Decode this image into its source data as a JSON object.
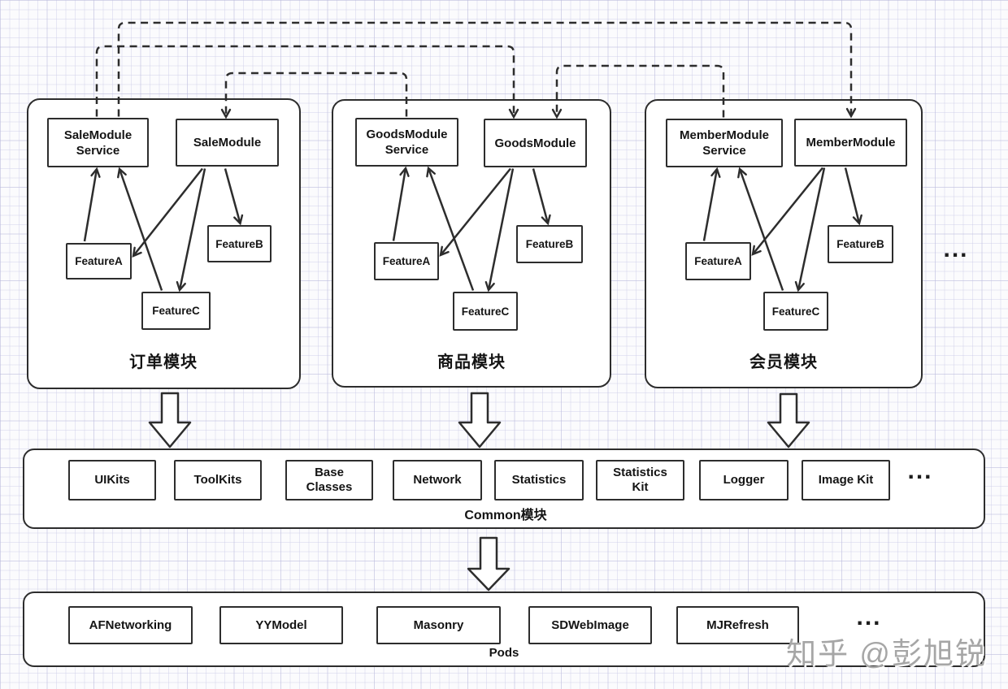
{
  "modules": [
    {
      "group_label": "订单模块",
      "service": "SaleModule Service",
      "module": "SaleModule",
      "features": [
        "FeatureA",
        "FeatureB",
        "FeatureC"
      ]
    },
    {
      "group_label": "商品模块",
      "service": "GoodsModule Service",
      "module": "GoodsModule",
      "features": [
        "FeatureA",
        "FeatureB",
        "FeatureC"
      ]
    },
    {
      "group_label": "会员模块",
      "service": "MemberModule Service",
      "module": "MemberModule",
      "features": [
        "FeatureA",
        "FeatureB",
        "FeatureC"
      ]
    }
  ],
  "common": {
    "label": "Common模块",
    "items": [
      "UIKits",
      "ToolKits",
      "Base Classes",
      "Network",
      "Statistics",
      "Statistics Kit",
      "Logger",
      "Image Kit"
    ]
  },
  "pods": {
    "label": "Pods",
    "items": [
      "AFNetworking",
      "YYModel",
      "Masonry",
      "SDWebImage",
      "MJRefresh"
    ]
  },
  "ellipsis": "...",
  "watermark": "知乎 @彭旭锐",
  "colors": {
    "stroke": "#2d2d2d",
    "box_fill": "#ffffff",
    "grid_line": "#cdcde8",
    "watermark": "#a6a6a6"
  }
}
